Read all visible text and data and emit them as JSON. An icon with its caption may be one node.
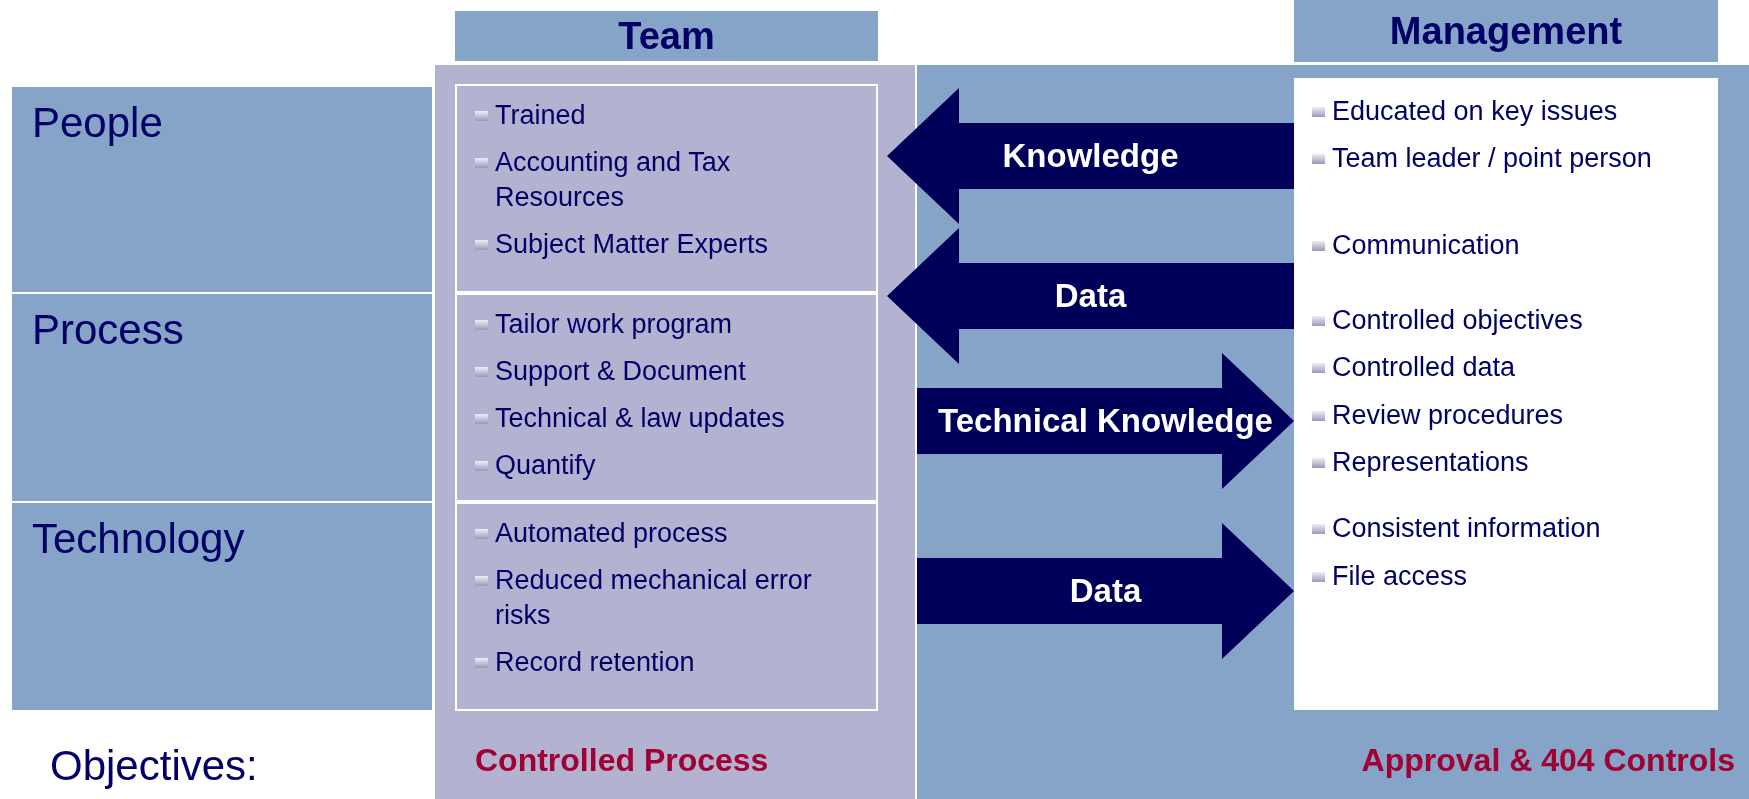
{
  "diagram": {
    "nodes": [
      {
        "text": [
          "Team",
          "Controlled Process"
        ]
      },
      {
        "text": [
          "Trained",
          "Accounting and Tax Resources",
          "Subject Matter Experts"
        ],
        "in": 0
      },
      {
        "text": [
          "Tailor work program",
          "Support & Document",
          "Technical & law updates",
          "Quantify"
        ],
        "in": 0
      },
      {
        "text": [
          "Automated process",
          "Reduced mechanical error risks",
          "Record retention"
        ],
        "in": 0
      },
      {
        "text": [
          "Management",
          "Approval & 404 Controls"
        ]
      },
      {
        "text": [
          "Educated on key issues",
          "Team leader / point person",
          "Communication",
          "Controlled objectives",
          "Controlled data",
          "Review procedures",
          "Representations",
          "Consistent information",
          "File access"
        ],
        "in": 4
      },
      {
        "text": [
          "People"
        ]
      },
      {
        "text": [
          "Process"
        ]
      },
      {
        "text": [
          "Technology"
        ]
      }
    ],
    "edges": [
      {
        "from": 5,
        "to": 1,
        "arrow": "to",
        "label": "Knowledge"
      },
      {
        "from": 5,
        "to": 2,
        "arrow": "to",
        "label": "Data"
      },
      {
        "from": 2,
        "to": 5,
        "arrow": "to",
        "label": "Technical Knowledge"
      },
      {
        "from": 3,
        "to": 5,
        "arrow": "to",
        "label": "Data"
      }
    ],
    "labels": [
      "Objectives:"
    ]
  }
}
